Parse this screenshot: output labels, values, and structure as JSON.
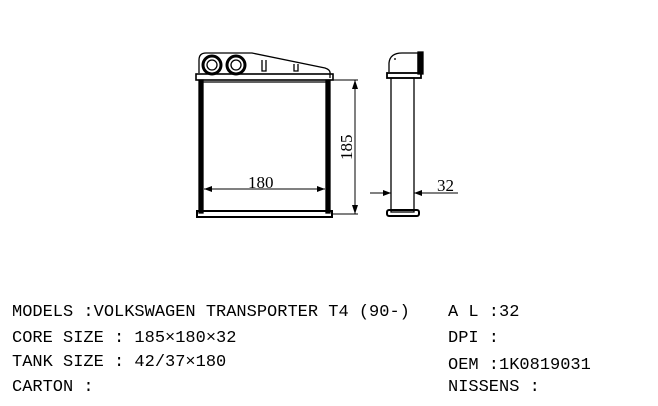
{
  "drawing": {
    "front_view": {
      "height_label": "185",
      "width_label": "180"
    },
    "side_view": {
      "thickness_label": "32"
    }
  },
  "specs": {
    "models": "MODELS :VOLKSWAGEN TRANSPORTER T4 (90-)",
    "core_size": "CORE SIZE : 185×180×32",
    "tank_size": "TANK SIZE : 42/37×180",
    "carton": "CARTON :",
    "al": "A L :32",
    "dpi": "DPI :",
    "oem": "OEM :1K0819031",
    "nissens": "NISSENS :"
  }
}
